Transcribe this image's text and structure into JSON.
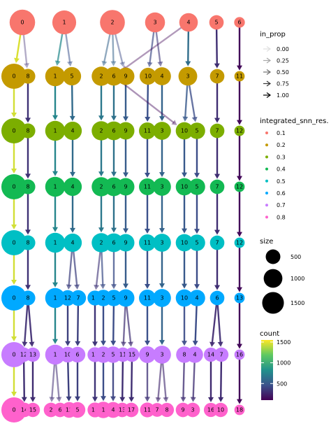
{
  "chart_data": {
    "type": "clustering-tree",
    "colors": {
      "res": {
        "0.1": "#f8766d",
        "0.2": "#c49a00",
        "0.3": "#7cae00",
        "0.4": "#13b953",
        "0.5": "#00bfc4",
        "0.6": "#00a9ff",
        "0.7": "#c77cff",
        "0.8": "#ff61cc"
      },
      "prop_grey": "#d9d9d9",
      "prop_black": "#000000"
    },
    "levels": [
      {
        "res": "0.1",
        "clusters": [
          {
            "id": "0",
            "size": 1500
          },
          {
            "id": "1",
            "size": 1250
          },
          {
            "id": "2",
            "size": 1400
          },
          {
            "id": "3",
            "size": 760
          },
          {
            "id": "4",
            "size": 620
          },
          {
            "id": "5",
            "size": 300
          },
          {
            "id": "6",
            "size": 140
          }
        ]
      },
      {
        "res": "0.2",
        "clusters": [
          {
            "id": "0",
            "size": 1450
          },
          {
            "id": "8",
            "size": 320
          },
          {
            "id": "1",
            "size": 760
          },
          {
            "id": "5",
            "size": 600
          },
          {
            "id": "2",
            "size": 680
          },
          {
            "id": "6",
            "size": 640
          },
          {
            "id": "9",
            "size": 520
          },
          {
            "id": "10",
            "size": 470
          },
          {
            "id": "4",
            "size": 560
          },
          {
            "id": "3",
            "size": 640
          },
          {
            "id": "7",
            "size": 300
          },
          {
            "id": "11",
            "size": 130
          }
        ]
      },
      {
        "res": "0.3",
        "clusters": [
          {
            "id": "0",
            "size": 1450
          },
          {
            "id": "8",
            "size": 320
          },
          {
            "id": "1",
            "size": 760
          },
          {
            "id": "4",
            "size": 600
          },
          {
            "id": "2",
            "size": 680
          },
          {
            "id": "6",
            "size": 640
          },
          {
            "id": "9",
            "size": 520
          },
          {
            "id": "11",
            "size": 460
          },
          {
            "id": "3",
            "size": 560
          },
          {
            "id": "10",
            "size": 500
          },
          {
            "id": "5",
            "size": 440
          },
          {
            "id": "7",
            "size": 300
          },
          {
            "id": "12",
            "size": 130
          }
        ]
      },
      {
        "res": "0.4",
        "clusters": [
          {
            "id": "0",
            "size": 1450
          },
          {
            "id": "8",
            "size": 320
          },
          {
            "id": "1",
            "size": 760
          },
          {
            "id": "4",
            "size": 600
          },
          {
            "id": "2",
            "size": 680
          },
          {
            "id": "6",
            "size": 640
          },
          {
            "id": "9",
            "size": 520
          },
          {
            "id": "11",
            "size": 460
          },
          {
            "id": "3",
            "size": 560
          },
          {
            "id": "10",
            "size": 500
          },
          {
            "id": "5",
            "size": 440
          },
          {
            "id": "7",
            "size": 300
          },
          {
            "id": "12",
            "size": 130
          }
        ]
      },
      {
        "res": "0.5",
        "clusters": [
          {
            "id": "0",
            "size": 1450
          },
          {
            "id": "8",
            "size": 320
          },
          {
            "id": "1",
            "size": 760
          },
          {
            "id": "4",
            "size": 600
          },
          {
            "id": "2",
            "size": 680
          },
          {
            "id": "6",
            "size": 640
          },
          {
            "id": "9",
            "size": 520
          },
          {
            "id": "11",
            "size": 460
          },
          {
            "id": "3",
            "size": 560
          },
          {
            "id": "10",
            "size": 500
          },
          {
            "id": "5",
            "size": 440
          },
          {
            "id": "7",
            "size": 300
          },
          {
            "id": "12",
            "size": 130
          }
        ]
      },
      {
        "res": "0.6",
        "clusters": [
          {
            "id": "0",
            "size": 1450
          },
          {
            "id": "8",
            "size": 320
          },
          {
            "id": "1",
            "size": 760
          },
          {
            "id": "12",
            "size": 380
          },
          {
            "id": "7",
            "size": 380
          },
          {
            "id": "14",
            "size": 330
          },
          {
            "id": "2",
            "size": 440
          },
          {
            "id": "5",
            "size": 440
          },
          {
            "id": "9",
            "size": 520
          },
          {
            "id": "11",
            "size": 460
          },
          {
            "id": "3",
            "size": 560
          },
          {
            "id": "10",
            "size": 500
          },
          {
            "id": "4",
            "size": 440
          },
          {
            "id": "6",
            "size": 300
          },
          {
            "id": "13",
            "size": 130
          }
        ]
      },
      {
        "res": "0.7",
        "clusters": [
          {
            "id": "0",
            "size": 1450
          },
          {
            "id": "12",
            "size": 300
          },
          {
            "id": "13",
            "size": 290
          },
          {
            "id": "1",
            "size": 760
          },
          {
            "id": "10",
            "size": 380
          },
          {
            "id": "6",
            "size": 380
          },
          {
            "id": "17",
            "size": 330
          },
          {
            "id": "2",
            "size": 440
          },
          {
            "id": "5",
            "size": 440
          },
          {
            "id": "11",
            "size": 300
          },
          {
            "id": "15",
            "size": 300
          },
          {
            "id": "9",
            "size": 460
          },
          {
            "id": "3",
            "size": 560
          },
          {
            "id": "8",
            "size": 440
          },
          {
            "id": "4",
            "size": 440
          },
          {
            "id": "14",
            "size": 280
          },
          {
            "id": "7",
            "size": 290
          },
          {
            "id": "16",
            "size": 130
          }
        ]
      },
      {
        "res": "0.8",
        "clusters": [
          {
            "id": "0",
            "size": 1450
          },
          {
            "id": "14",
            "size": 300
          },
          {
            "id": "15",
            "size": 290
          },
          {
            "id": "2",
            "size": 300
          },
          {
            "id": "6",
            "size": 300
          },
          {
            "id": "12",
            "size": 380
          },
          {
            "id": "5",
            "size": 380
          },
          {
            "id": "19",
            "size": 330
          },
          {
            "id": "1",
            "size": 440
          },
          {
            "id": "4",
            "size": 400
          },
          {
            "id": "13",
            "size": 300
          },
          {
            "id": "17",
            "size": 300
          },
          {
            "id": "11",
            "size": 320
          },
          {
            "id": "7",
            "size": 260
          },
          {
            "id": "8",
            "size": 280
          },
          {
            "id": "9",
            "size": 300
          },
          {
            "id": "3",
            "size": 300
          },
          {
            "id": "16",
            "size": 280
          },
          {
            "id": "10",
            "size": 290
          },
          {
            "id": "18",
            "size": 130
          }
        ]
      }
    ],
    "edges": [
      [
        0,
        "0",
        "0",
        1470,
        1.0
      ],
      [
        0,
        "0",
        "8",
        300,
        0.2
      ],
      [
        0,
        "1",
        "1",
        780,
        0.62
      ],
      [
        0,
        "1",
        "5",
        470,
        0.38
      ],
      [
        0,
        "2",
        "2",
        560,
        0.4
      ],
      [
        0,
        "2",
        "6",
        560,
        0.4
      ],
      [
        0,
        "2",
        "9",
        420,
        0.3
      ],
      [
        0,
        "3",
        "10",
        420,
        0.55
      ],
      [
        0,
        "3",
        "4",
        340,
        0.45
      ],
      [
        0,
        "4",
        "3",
        620,
        1.0
      ],
      [
        0,
        "5",
        "7",
        300,
        1.0
      ],
      [
        0,
        "6",
        "11",
        130,
        1.0
      ],
      [
        0,
        "4",
        "6",
        140,
        0.22
      ],
      [
        1,
        "0",
        "0",
        1450,
        1.0
      ],
      [
        1,
        "8",
        "8",
        320,
        1.0
      ],
      [
        1,
        "1",
        "1",
        760,
        1.0
      ],
      [
        1,
        "5",
        "4",
        600,
        1.0
      ],
      [
        1,
        "2",
        "2",
        680,
        1.0
      ],
      [
        1,
        "6",
        "6",
        640,
        1.0
      ],
      [
        1,
        "9",
        "9",
        520,
        1.0
      ],
      [
        1,
        "10",
        "11",
        460,
        1.0
      ],
      [
        1,
        "4",
        "3",
        560,
        1.0
      ],
      [
        1,
        "3",
        "10",
        500,
        0.75
      ],
      [
        1,
        "3",
        "5",
        440,
        0.7
      ],
      [
        1,
        "7",
        "7",
        300,
        1.0
      ],
      [
        1,
        "11",
        "12",
        130,
        1.0
      ],
      [
        1,
        "6",
        "10",
        140,
        0.25
      ],
      [
        2,
        "0",
        "0",
        1450,
        1.0
      ],
      [
        2,
        "8",
        "8",
        320,
        1.0
      ],
      [
        2,
        "1",
        "1",
        760,
        1.0
      ],
      [
        2,
        "4",
        "4",
        600,
        1.0
      ],
      [
        2,
        "2",
        "2",
        680,
        1.0
      ],
      [
        2,
        "6",
        "6",
        640,
        1.0
      ],
      [
        2,
        "9",
        "9",
        520,
        1.0
      ],
      [
        2,
        "11",
        "11",
        460,
        1.0
      ],
      [
        2,
        "3",
        "3",
        560,
        1.0
      ],
      [
        2,
        "10",
        "10",
        500,
        1.0
      ],
      [
        2,
        "5",
        "5",
        440,
        1.0
      ],
      [
        2,
        "7",
        "7",
        300,
        1.0
      ],
      [
        2,
        "12",
        "12",
        130,
        1.0
      ],
      [
        3,
        "0",
        "0",
        1450,
        1.0
      ],
      [
        3,
        "8",
        "8",
        320,
        1.0
      ],
      [
        3,
        "1",
        "1",
        760,
        1.0
      ],
      [
        3,
        "4",
        "4",
        600,
        1.0
      ],
      [
        3,
        "2",
        "2",
        680,
        1.0
      ],
      [
        3,
        "6",
        "6",
        640,
        1.0
      ],
      [
        3,
        "9",
        "9",
        520,
        1.0
      ],
      [
        3,
        "11",
        "11",
        460,
        1.0
      ],
      [
        3,
        "3",
        "3",
        560,
        1.0
      ],
      [
        3,
        "10",
        "10",
        500,
        1.0
      ],
      [
        3,
        "5",
        "5",
        440,
        1.0
      ],
      [
        3,
        "7",
        "7",
        300,
        1.0
      ],
      [
        3,
        "12",
        "12",
        130,
        1.0
      ],
      [
        4,
        "0",
        "0",
        1450,
        1.0
      ],
      [
        4,
        "8",
        "8",
        320,
        1.0
      ],
      [
        4,
        "1",
        "1",
        760,
        1.0
      ],
      [
        4,
        "4",
        "12",
        380,
        0.62
      ],
      [
        4,
        "4",
        "7",
        380,
        0.62
      ],
      [
        4,
        "2",
        "14",
        330,
        0.5
      ],
      [
        4,
        "2",
        "2",
        440,
        0.6
      ],
      [
        4,
        "6",
        "5",
        440,
        0.7
      ],
      [
        4,
        "9",
        "9",
        520,
        1.0
      ],
      [
        4,
        "11",
        "11",
        460,
        1.0
      ],
      [
        4,
        "3",
        "3",
        560,
        1.0
      ],
      [
        4,
        "10",
        "10",
        500,
        1.0
      ],
      [
        4,
        "5",
        "4",
        440,
        1.0
      ],
      [
        4,
        "7",
        "6",
        300,
        1.0
      ],
      [
        4,
        "12",
        "13",
        130,
        1.0
      ],
      [
        5,
        "0",
        "0",
        1450,
        1.0
      ],
      [
        5,
        "8",
        "12",
        300,
        0.9
      ],
      [
        5,
        "8",
        "13",
        290,
        0.9
      ],
      [
        5,
        "1",
        "1",
        760,
        1.0
      ],
      [
        5,
        "12",
        "10",
        380,
        1.0
      ],
      [
        5,
        "7",
        "6",
        380,
        1.0
      ],
      [
        5,
        "14",
        "17",
        330,
        1.0
      ],
      [
        5,
        "2",
        "2",
        440,
        1.0
      ],
      [
        5,
        "5",
        "5",
        440,
        1.0
      ],
      [
        5,
        "9",
        "11",
        300,
        0.6
      ],
      [
        5,
        "9",
        "15",
        300,
        0.6
      ],
      [
        5,
        "11",
        "9",
        460,
        1.0
      ],
      [
        5,
        "3",
        "3",
        560,
        1.0
      ],
      [
        5,
        "10",
        "8",
        440,
        0.9
      ],
      [
        5,
        "4",
        "4",
        440,
        1.0
      ],
      [
        5,
        "6",
        "14",
        280,
        0.9
      ],
      [
        5,
        "6",
        "7",
        290,
        0.9
      ],
      [
        5,
        "13",
        "16",
        130,
        1.0
      ],
      [
        6,
        "0",
        "0",
        1450,
        1.0
      ],
      [
        6,
        "12",
        "14",
        300,
        1.0
      ],
      [
        6,
        "13",
        "15",
        290,
        1.0
      ],
      [
        6,
        "1",
        "2",
        300,
        0.4
      ],
      [
        6,
        "1",
        "6",
        300,
        0.4
      ],
      [
        6,
        "10",
        "12",
        380,
        1.0
      ],
      [
        6,
        "6",
        "5",
        380,
        1.0
      ],
      [
        6,
        "17",
        "19",
        330,
        1.0
      ],
      [
        6,
        "2",
        "1",
        440,
        1.0
      ],
      [
        6,
        "5",
        "4",
        400,
        0.9
      ],
      [
        6,
        "11",
        "13",
        300,
        1.0
      ],
      [
        6,
        "15",
        "17",
        300,
        1.0
      ],
      [
        6,
        "9",
        "11",
        320,
        0.7
      ],
      [
        6,
        "3",
        "7",
        260,
        0.5
      ],
      [
        6,
        "3",
        "8",
        280,
        0.5
      ],
      [
        6,
        "8",
        "9",
        300,
        0.7
      ],
      [
        6,
        "4",
        "3",
        300,
        0.7
      ],
      [
        6,
        "14",
        "16",
        280,
        1.0
      ],
      [
        6,
        "7",
        "10",
        290,
        1.0
      ],
      [
        6,
        "16",
        "18",
        130,
        1.0
      ]
    ],
    "legend": {
      "in_prop": {
        "title": "in_prop",
        "values": [
          "0.00",
          "0.25",
          "0.50",
          "0.75",
          "1.00"
        ]
      },
      "res": {
        "title": "integrated_snn_res.",
        "values": [
          "0.1",
          "0.2",
          "0.3",
          "0.4",
          "0.5",
          "0.6",
          "0.7",
          "0.8"
        ]
      },
      "size": {
        "title": "size",
        "values": [
          "500",
          "1000",
          "1500"
        ]
      },
      "count": {
        "title": "count",
        "values": [
          "1500",
          "1000",
          "500"
        ],
        "range": [
          100,
          1550
        ]
      }
    }
  }
}
